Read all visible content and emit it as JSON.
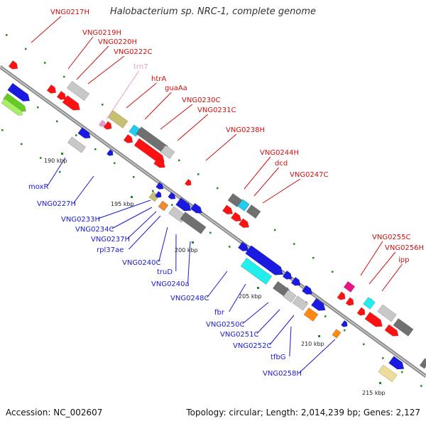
{
  "header": {
    "title": "Halobacterium sp. NRC-1, complete genome"
  },
  "footer": {
    "accession": "Accession: NC_002607",
    "stats": "Topology: circular; Length: 2,014,239 bp; Genes: 2,127"
  },
  "colors": {
    "forward": "#e01010",
    "reverse": "#1a1ad8",
    "dna": "#888888",
    "dot": "#1a8a1a"
  },
  "ticks": [
    {
      "id": "190",
      "label": "190 kbp"
    },
    {
      "id": "195",
      "label": "195 kbp"
    },
    {
      "id": "200",
      "label": "200 kbp"
    },
    {
      "id": "205",
      "label": "205 kbp"
    },
    {
      "id": "210",
      "label": "210 kbp"
    },
    {
      "id": "215",
      "label": "215 kbp"
    }
  ],
  "forward_labels": [
    {
      "id": "vng0217h",
      "name": "VNG0217H",
      "color": "#cc1111"
    },
    {
      "id": "vng0219h",
      "name": "VNG0219H",
      "color": "#cc1111"
    },
    {
      "id": "vng0220h",
      "name": "VNG0220H",
      "color": "#cc1111"
    },
    {
      "id": "vng0222c",
      "name": "VNG0222C",
      "color": "#cc1111"
    },
    {
      "id": "trn7",
      "name": "trn7",
      "color": "#ee99cc"
    },
    {
      "id": "htra",
      "name": "htrA",
      "color": "#cc1111"
    },
    {
      "id": "guaaa",
      "name": "guaAa",
      "color": "#cc1111"
    },
    {
      "id": "vng0230c",
      "name": "VNG0230C",
      "color": "#cc1111"
    },
    {
      "id": "vng0231c",
      "name": "VNG0231C",
      "color": "#cc1111"
    },
    {
      "id": "vng0238h",
      "name": "VNG0238H",
      "color": "#cc1111"
    },
    {
      "id": "vng0244h",
      "name": "VNG0244H",
      "color": "#cc1111"
    },
    {
      "id": "dcd",
      "name": "dcd",
      "color": "#cc1111"
    },
    {
      "id": "vng0247c",
      "name": "VNG0247C",
      "color": "#cc1111"
    },
    {
      "id": "vng0255c",
      "name": "VNG0255C",
      "color": "#cc1111"
    },
    {
      "id": "vng0256h",
      "name": "VNG0256H",
      "color": "#cc1111"
    },
    {
      "id": "ipp",
      "name": "ipp",
      "color": "#cc1111"
    }
  ],
  "reverse_labels": [
    {
      "id": "moxr",
      "name": "moxR",
      "color": "#1a1acc"
    },
    {
      "id": "vng0227h",
      "name": "VNG0227H",
      "color": "#1a1acc"
    },
    {
      "id": "vng0233h",
      "name": "VNG0233H",
      "color": "#1a1acc"
    },
    {
      "id": "vng0234c",
      "name": "VNG0234C",
      "color": "#1a1acc"
    },
    {
      "id": "vng0237h",
      "name": "VNG0237H",
      "color": "#1a1acc"
    },
    {
      "id": "rpl37ae",
      "name": "rpl37ae",
      "color": "#1a1acc"
    },
    {
      "id": "vng0240c",
      "name": "VNG0240C",
      "color": "#1a1acc"
    },
    {
      "id": "trud",
      "name": "truD",
      "color": "#1a1acc"
    },
    {
      "id": "vng0240a",
      "name": "VNG0240a",
      "color": "#1a1acc"
    },
    {
      "id": "vng0248c",
      "name": "VNG0248C",
      "color": "#1a1acc"
    },
    {
      "id": "fbr",
      "name": "fbr",
      "color": "#1a1acc"
    },
    {
      "id": "vng0250c",
      "name": "VNG0250C",
      "color": "#1a1acc"
    },
    {
      "id": "vng0251c",
      "name": "VNG0251C",
      "color": "#1a1acc"
    },
    {
      "id": "vng0252c",
      "name": "VNG0252C",
      "color": "#1a1acc"
    },
    {
      "id": "tfbg",
      "name": "tfbG",
      "color": "#1a1acc"
    },
    {
      "id": "vng0258h",
      "name": "VNG0258H",
      "color": "#1a1acc"
    }
  ]
}
